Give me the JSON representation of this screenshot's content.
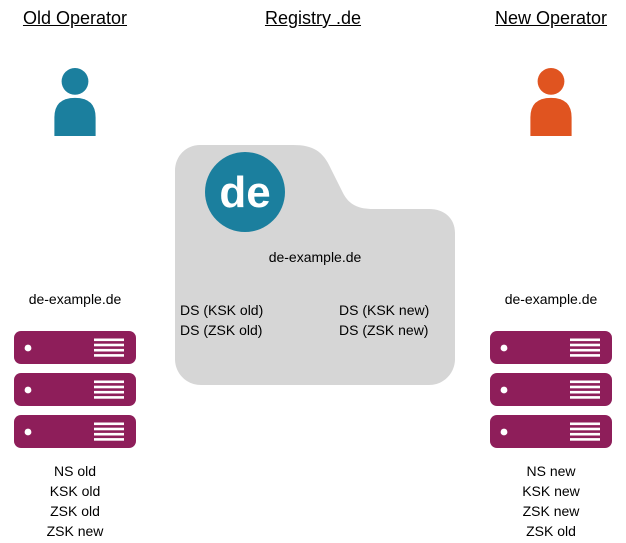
{
  "old_operator": {
    "title": "Old Operator",
    "zone": "de-example.de",
    "records": [
      "NS old",
      "KSK old",
      "ZSK old",
      "ZSK new"
    ]
  },
  "registry": {
    "title": "Registry .de",
    "logo": "de",
    "zone": "de-example.de",
    "ds_old": [
      "DS (KSK old)",
      "DS (ZSK old)"
    ],
    "ds_new": [
      "DS (KSK new)",
      "DS (ZSK new)"
    ]
  },
  "new_operator": {
    "title": "New Operator",
    "zone": "de-example.de",
    "records": [
      "NS new",
      "KSK new",
      "ZSK new",
      "ZSK old"
    ]
  },
  "colors": {
    "old_person": "#1b7f9e",
    "new_person": "#e05420",
    "server": "#8e1e5a",
    "server_detail": "#ffffff",
    "folder": "#d6d6d6",
    "registry_logo": "#1b7f9e"
  }
}
